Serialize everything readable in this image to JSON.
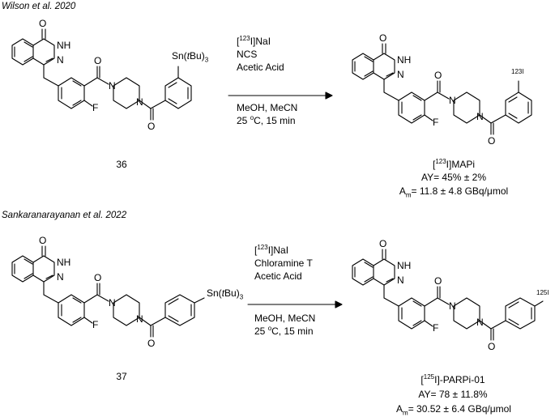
{
  "scheme1": {
    "citation": "Wilson et al. 2020",
    "precursor_label": "36",
    "substituent": "Sn(tBu)3",
    "reagents": [
      "[123I]NaI",
      "NCS",
      "Acetic Acid"
    ],
    "conditions": [
      "MeOH, MeCN",
      "25 oC, 15 min"
    ],
    "product_label": "123I",
    "product_name": "[123I]MAPi",
    "yield": "AY= 45% ± 2%",
    "molar_activity": "Am= 11.8 ± 4.8 GBq/μmol"
  },
  "scheme2": {
    "citation": "Sankaranarayanan et al. 2022",
    "precursor_label": "37",
    "substituent": "Sn(tBu)3",
    "reagents": [
      "[123I]NaI",
      "Chloramine T",
      "Acetic Acid"
    ],
    "conditions": [
      "MeOH, MeCN",
      "25 oC, 15 min"
    ],
    "product_label": "125I",
    "product_name": "[125I]-PARPi-01",
    "yield": "AY= 78 ± 11.8%",
    "molar_activity": "Am= 30.52 ± 6.4 GBq/μmol"
  },
  "atoms": {
    "O": "O",
    "NH": "NH",
    "N": "N",
    "F": "F",
    "I": "I"
  }
}
